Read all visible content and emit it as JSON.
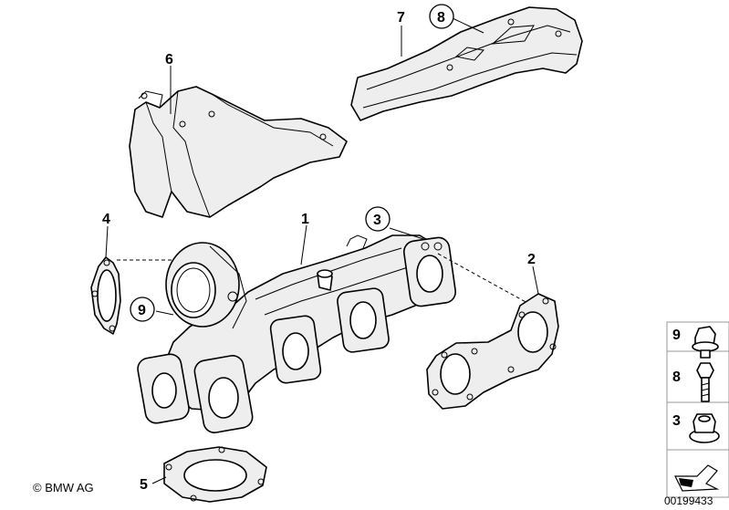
{
  "callouts": [
    "1",
    "2",
    "3",
    "4",
    "5",
    "6",
    "7",
    "8",
    "9"
  ],
  "circled_callouts": [
    "3",
    "8",
    "9"
  ],
  "side_panel": [
    {
      "number": "9",
      "icon": "hex-flange-bolt-icon"
    },
    {
      "number": "8",
      "icon": "hex-bolt-icon"
    },
    {
      "number": "3",
      "icon": "hex-flange-nut-icon"
    }
  ],
  "footer": {
    "copyright": "© BMW AG",
    "doc_number": "00199433"
  }
}
